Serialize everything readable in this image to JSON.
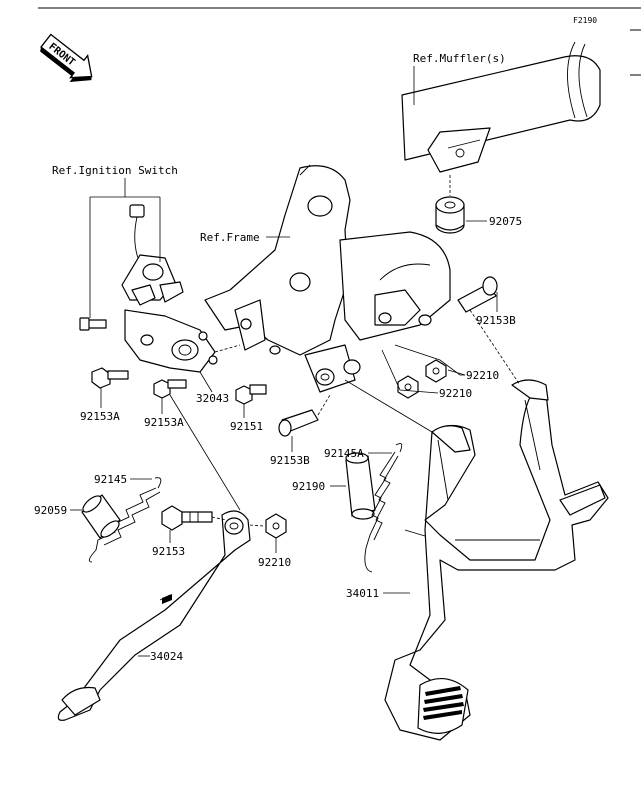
{
  "figure_code": "F2190",
  "front_badge": "FRONT",
  "references": {
    "muffler": "Ref.Muffler(s)",
    "ignition_switch": "Ref.Ignition Switch",
    "frame": "Ref.Frame"
  },
  "callouts": {
    "p92075": "92075",
    "p92153B_top": "92153B",
    "p92210_a": "92210",
    "p92210_b": "92210",
    "p92153A_left": "92153A",
    "p92153A_mid": "92153A",
    "p32043": "32043",
    "p92151": "92151",
    "p92153B_mid": "92153B",
    "p92145A": "92145A",
    "p92190": "92190",
    "p92145": "92145",
    "p92059": "92059",
    "p92153": "92153",
    "p92210_c": "92210",
    "p34011": "34011",
    "p34024": "34024"
  }
}
